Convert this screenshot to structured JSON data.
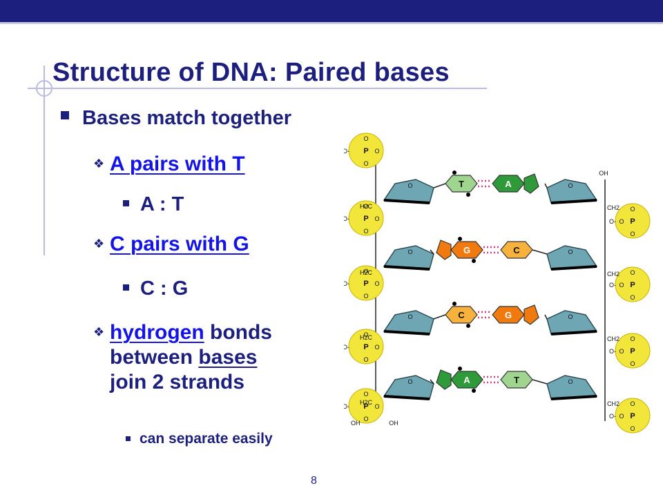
{
  "slide": {
    "title": "Structure of DNA: Paired bases",
    "page_number": "8"
  },
  "bullets": {
    "main": "Bases match together",
    "at_link": "A pairs with T",
    "at_pair": "A : T",
    "cg_link": "C pairs with G",
    "cg_pair": "C : G",
    "hbond_word": "hydrogen",
    "hbond_rest1": " bonds",
    "hbond_line2_pre": "between ",
    "hbond_bases": "bases",
    "hbond_line3": "join 2 strands",
    "sub": "can separate easily"
  },
  "diagram": {
    "phosphate": {
      "o": "O",
      "p": "P",
      "oh": "OH",
      "minus": "-"
    },
    "sugar": {
      "o": "O",
      "h2c": "H2C",
      "ch2": "CH2",
      "oh": "OH"
    },
    "rungs": [
      {
        "left": "T",
        "right": "A"
      },
      {
        "left": "G",
        "right": "C"
      },
      {
        "left": "C",
        "right": "G"
      },
      {
        "left": "A",
        "right": "T"
      }
    ]
  },
  "colors": {
    "title": "#1d1f7e",
    "link": "#1414e6",
    "topbar": "#1d1f7e",
    "thymine": "#9fd58f",
    "adenine": "#2e9a3a",
    "guanine": "#f07a10",
    "cytosine": "#f6b23c",
    "sugar": "#6fa6b3",
    "phosphate": "#f2e63a"
  }
}
